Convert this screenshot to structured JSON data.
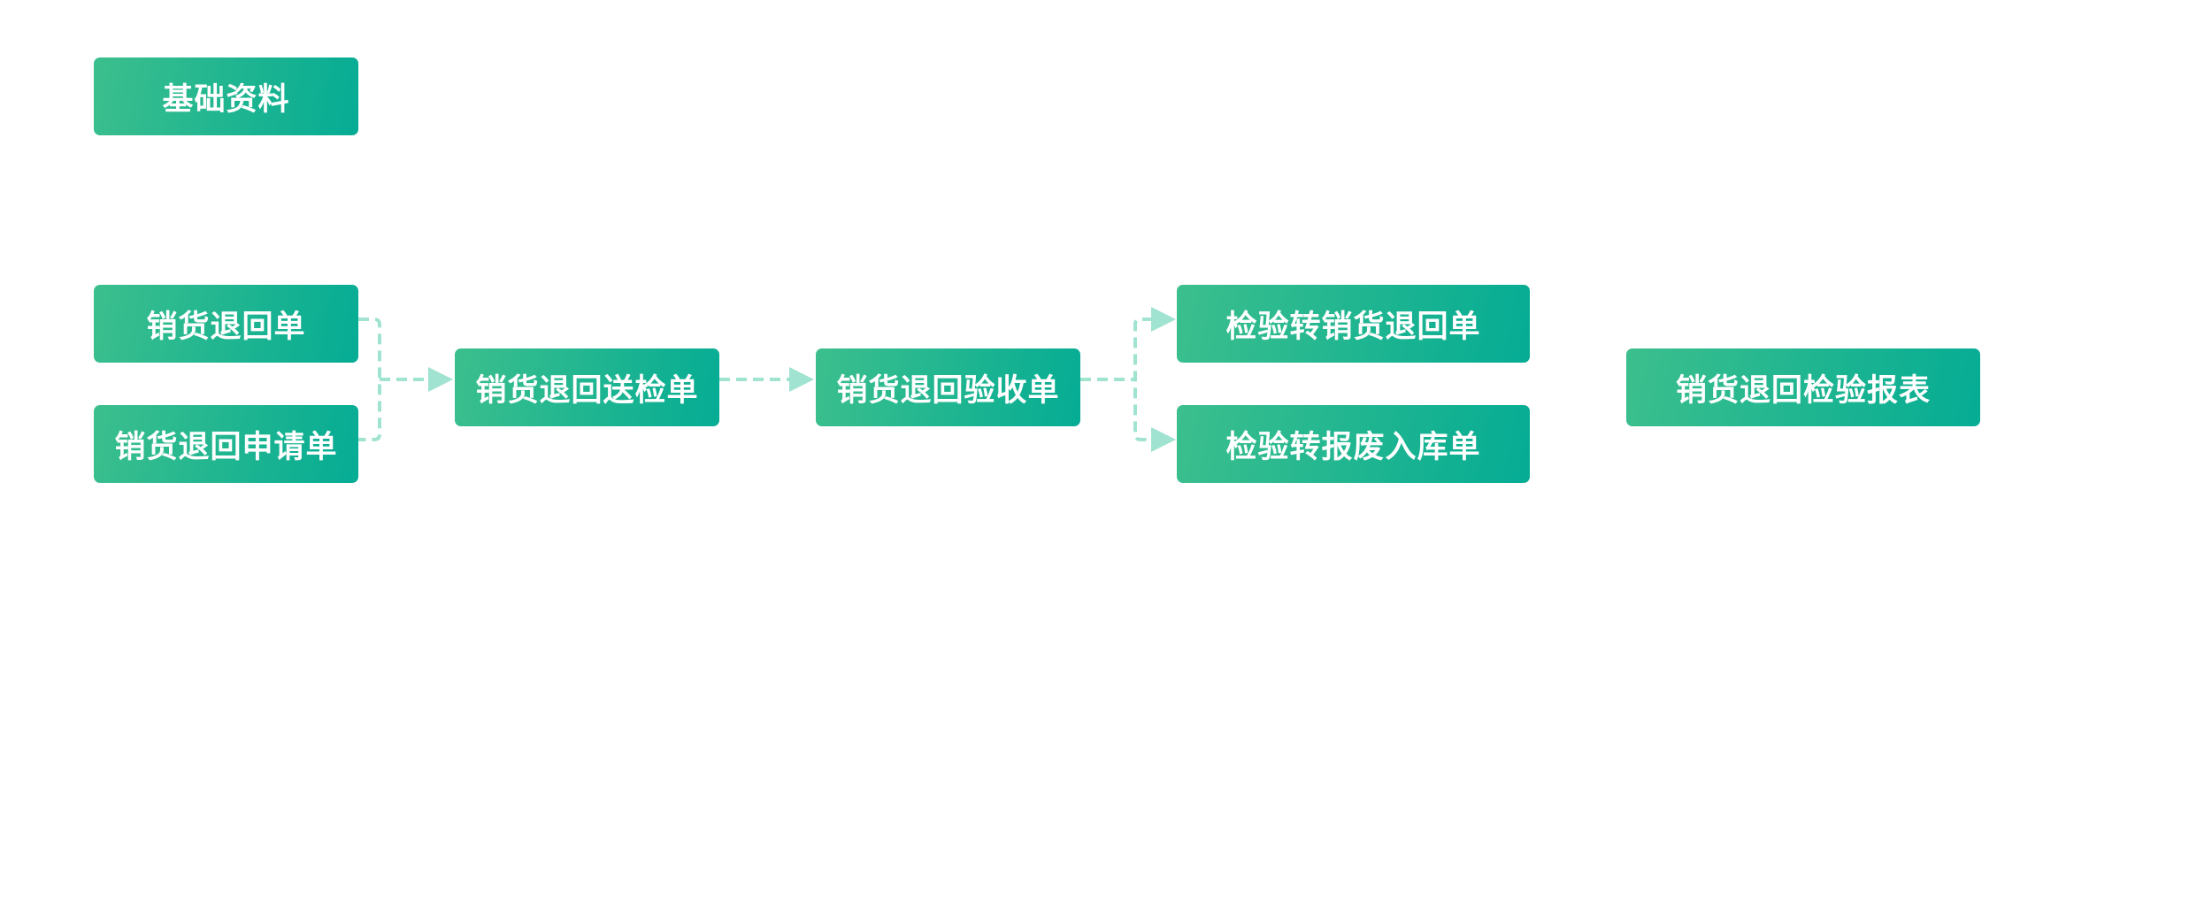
{
  "colors": {
    "gradient_start": "#3cbf8d",
    "gradient_end": "#05ac94",
    "connector": "#a0e3d0"
  },
  "nodes": {
    "basic_data": "基础资料",
    "sales_return_order": "销货退回单",
    "sales_return_request": "销货退回申请单",
    "sales_return_inspection_submit": "销货退回送检单",
    "sales_return_acceptance": "销货退回验收单",
    "inspection_to_sales_return": "检验转销货退回单",
    "inspection_to_scrap_storage": "检验转报废入库单",
    "sales_return_inspection_report": "销货退回检验报表"
  }
}
